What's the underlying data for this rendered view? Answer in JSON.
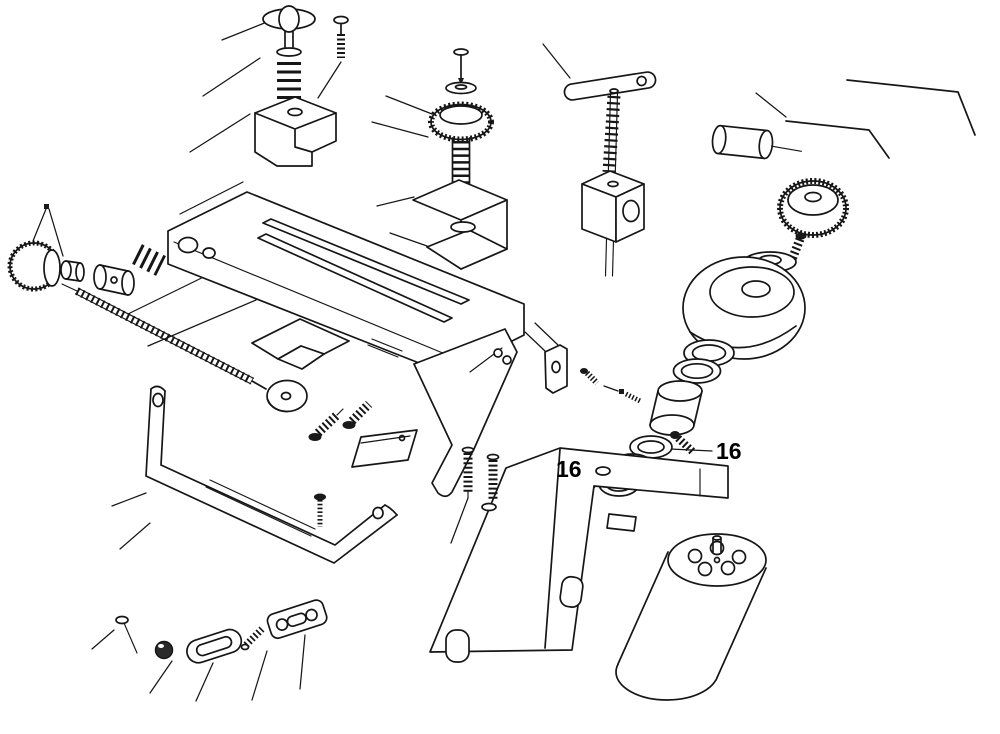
{
  "diagram": {
    "type": "exploded-parts-diagram",
    "colors": {
      "background": "#ffffff",
      "ink": "#161616"
    },
    "callouts": [
      {
        "label": "16"
      },
      {
        "label": "16"
      }
    ]
  }
}
